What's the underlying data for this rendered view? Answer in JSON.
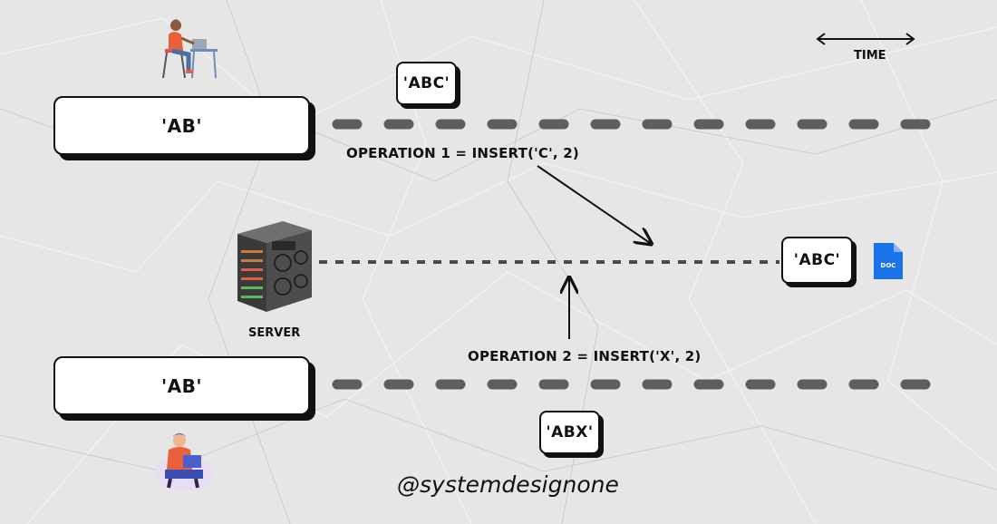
{
  "user_top": {
    "document": "'AB'",
    "pending": "'ABC'"
  },
  "user_bottom": {
    "document": "'AB'",
    "pending": "'ABX'"
  },
  "server": {
    "label": "SERVER",
    "document": "'ABC'",
    "doc_icon_text": "DOC"
  },
  "operations": {
    "op1": "OPERATION 1 = INSERT('C', 2)",
    "op2": "OPERATION 2 = INSERT('X', 2)"
  },
  "time_label": "TIME",
  "watermark": "@systemdesignone",
  "colors": {
    "background": "#e6e6e6",
    "timeline": "#5e5e5e",
    "server_line": "#4a4a4a",
    "doc_icon": "#1a73e8",
    "shirt": "#e8613c"
  }
}
